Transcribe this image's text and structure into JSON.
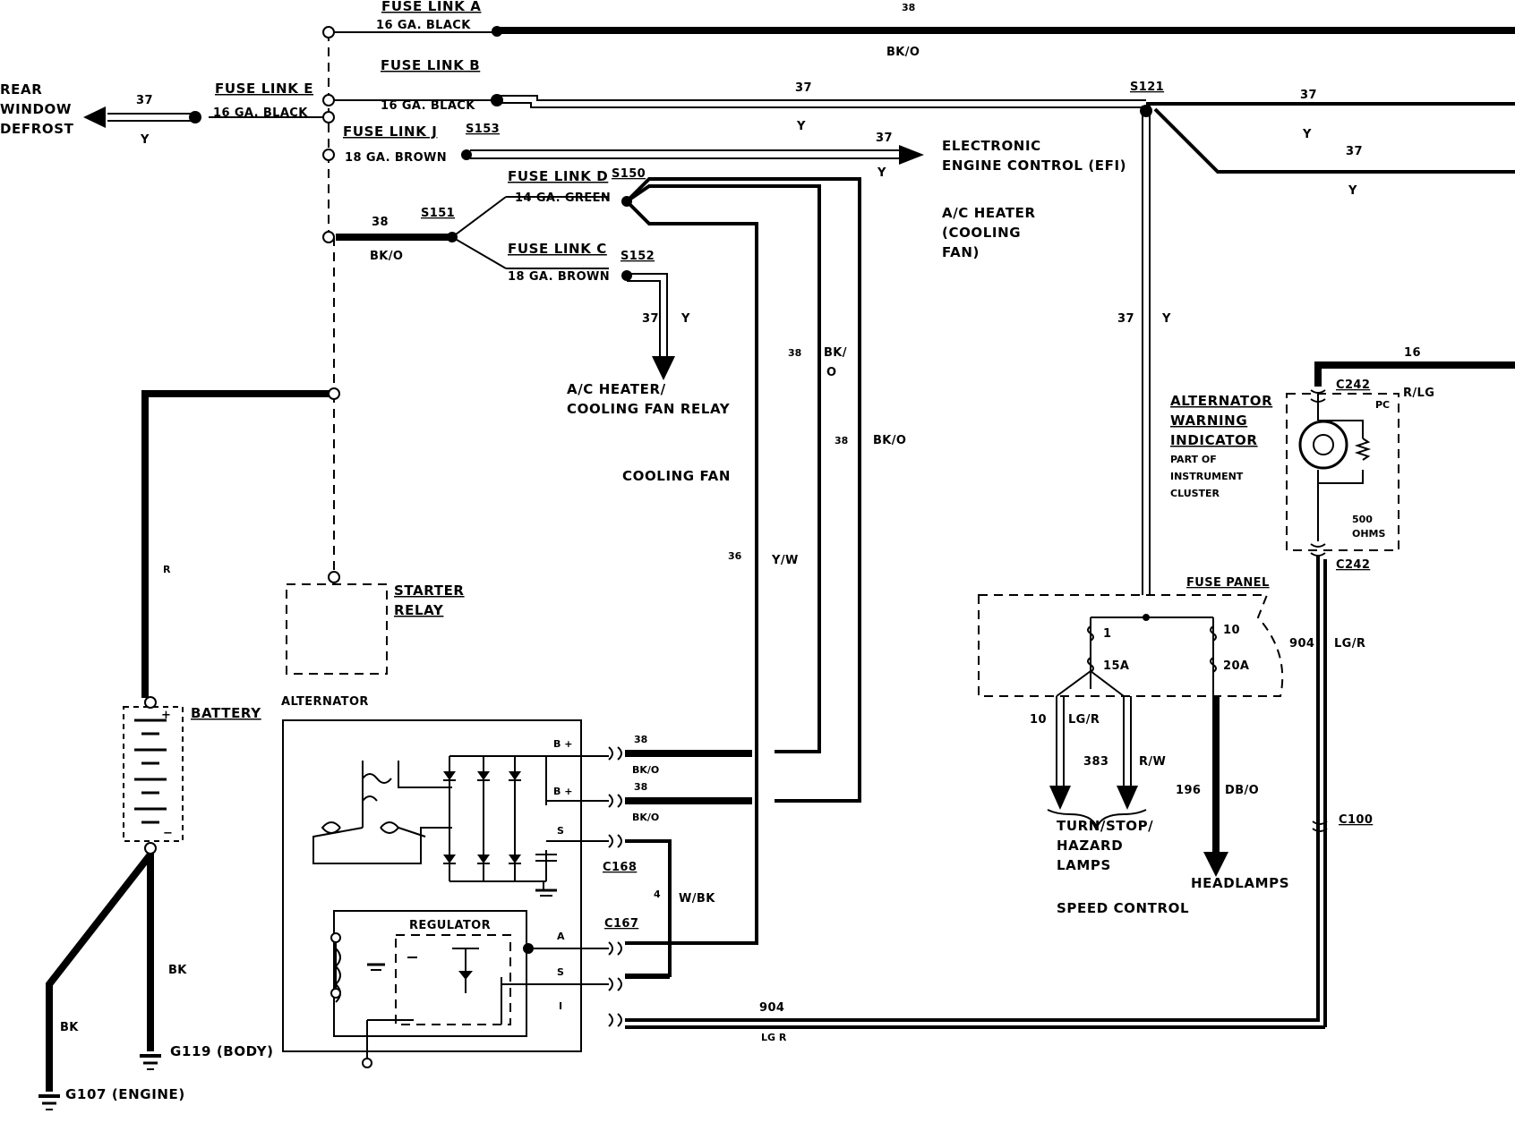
{
  "fuse_links": {
    "a": {
      "name": "FUSE LINK A",
      "gauge": "16 GA. BLACK"
    },
    "b": {
      "name": "FUSE LINK B",
      "gauge": "16 GA. BLACK"
    },
    "c": {
      "name": "FUSE LINK C",
      "gauge": "18 GA. BROWN"
    },
    "d": {
      "name": "FUSE LINK D",
      "gauge": "14 GA. GREEN"
    },
    "e": {
      "name": "FUSE LINK E",
      "gauge": "16 GA. BLACK"
    },
    "j": {
      "name": "FUSE LINK J",
      "gauge": "18 GA. BROWN"
    }
  },
  "splices": {
    "s121": "S121",
    "s150": "S150",
    "s151": "S151",
    "s152": "S152",
    "s153": "S153"
  },
  "connectors": {
    "c242_top": "C242",
    "c242_bottom": "C242",
    "c168": "C168",
    "c167": "C167",
    "c100": "C100"
  },
  "circuits": {
    "n38_top": "38",
    "bko_top": "BK/O",
    "n37_defrost": "37",
    "y_defrost": "Y",
    "n37_s121_left": "37",
    "y_s121_left": "Y",
    "n37_s121_right1": "37",
    "y_s121_right1": "Y",
    "n37_s121_right2": "37",
    "y_s121_right2": "Y",
    "n37_efi": "37",
    "y_efi": "Y",
    "n38_s151": "38",
    "bko_s151": "BK/O",
    "n37_relay": "37",
    "y_relay": "Y",
    "n38_mid": "38",
    "bko_mid_1": "BK/",
    "bko_mid_2": "O",
    "n38_right": "38",
    "bko_right": "BK/O",
    "n36": "36",
    "yw": "Y/W",
    "n37_vert": "37",
    "y_vert": "Y",
    "n16": "16",
    "rlg": "R/LG",
    "r_batt": "R",
    "bk1": "BK",
    "bk2": "BK",
    "n904_vert": "904",
    "lgr_vert": "LG/R",
    "n10": "10",
    "lgr_10": "LG/R",
    "n383": "383",
    "rw": "R/W",
    "n196": "196",
    "dbo": "DB/O",
    "n38_b1": "38",
    "bko_b1": "BK/O",
    "n38_b2": "38",
    "bko_b2": "BK/O",
    "n4": "4",
    "wbk": "W/BK",
    "n904_bottom": "904",
    "lgr_bottom": "LG R"
  },
  "components": {
    "rear_defrost": [
      "REAR",
      "WINDOW",
      "DEFROST"
    ],
    "efi": [
      "ELECTRONIC",
      "ENGINE CONTROL (EFI)"
    ],
    "ac_heater": [
      "A/C HEATER",
      "(COOLING",
      "FAN)"
    ],
    "ac_relay": [
      "A/C HEATER/",
      "COOLING FAN RELAY"
    ],
    "cooling_fan": "COOLING FAN",
    "starter_relay": [
      "STARTER",
      "RELAY"
    ],
    "battery": "BATTERY",
    "alternator": "ALTERNATOR",
    "regulator": "REGULATOR",
    "ground_body": "G119 (BODY)",
    "ground_engine": "G107 (ENGINE)",
    "fuse_panel": "FUSE PANEL",
    "warning": [
      "ALTERNATOR",
      "WARNING",
      "INDICATOR"
    ],
    "warning_sub": [
      "PART OF",
      "INSTRUMENT",
      "CLUSTER"
    ],
    "pc": "PC",
    "resistor": [
      "500",
      "OHMS"
    ],
    "turn_lamps": [
      "TURN/STOP/",
      "HAZARD",
      "LAMPS"
    ],
    "headlamps": "HEADLAMPS",
    "speed_control": "SPEED CONTROL"
  },
  "fuses": {
    "f1_num": "1",
    "f1_rating": "15A",
    "f10_num": "10",
    "f10_rating": "20A"
  },
  "terminals": {
    "b1": "B +",
    "b2": "B +",
    "s_upper": "S",
    "a": "A",
    "s_lower": "S",
    "i": "I"
  },
  "battery_signs": {
    "plus": "+",
    "minus": "−"
  }
}
